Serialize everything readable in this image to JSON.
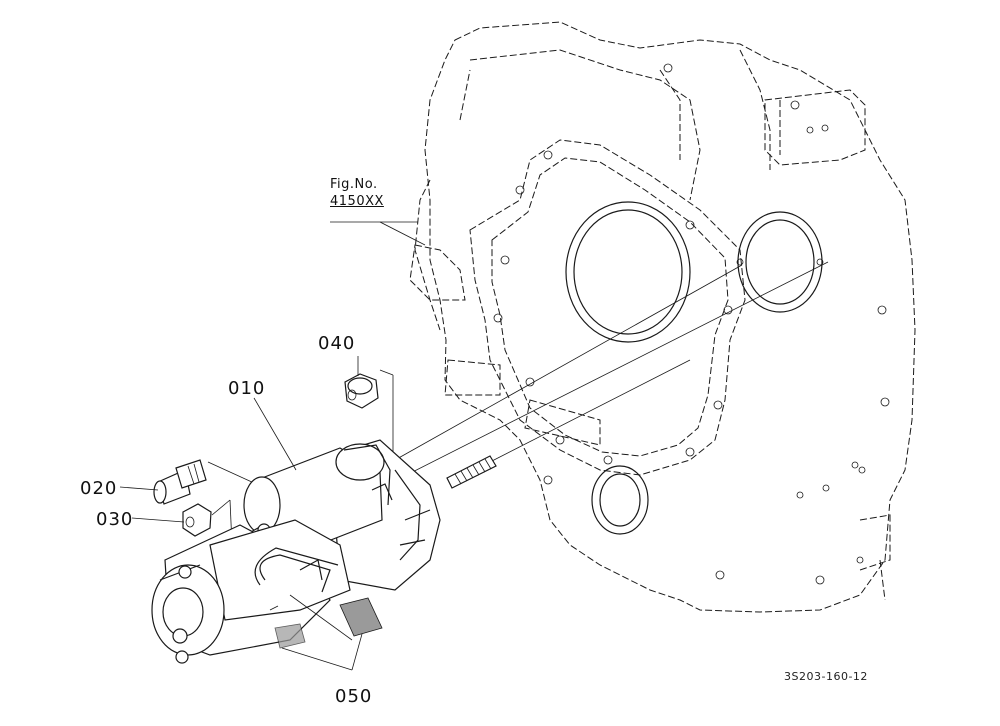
{
  "figure_reference": {
    "line1": "Fig.No.",
    "line2": "4150XX"
  },
  "callouts": [
    {
      "id": "010",
      "label": "010"
    },
    {
      "id": "020",
      "label": "020"
    },
    {
      "id": "030",
      "label": "030"
    },
    {
      "id": "040",
      "label": "040"
    },
    {
      "id": "050",
      "label": "050"
    }
  ],
  "drawing_code": "3S203-160-12"
}
